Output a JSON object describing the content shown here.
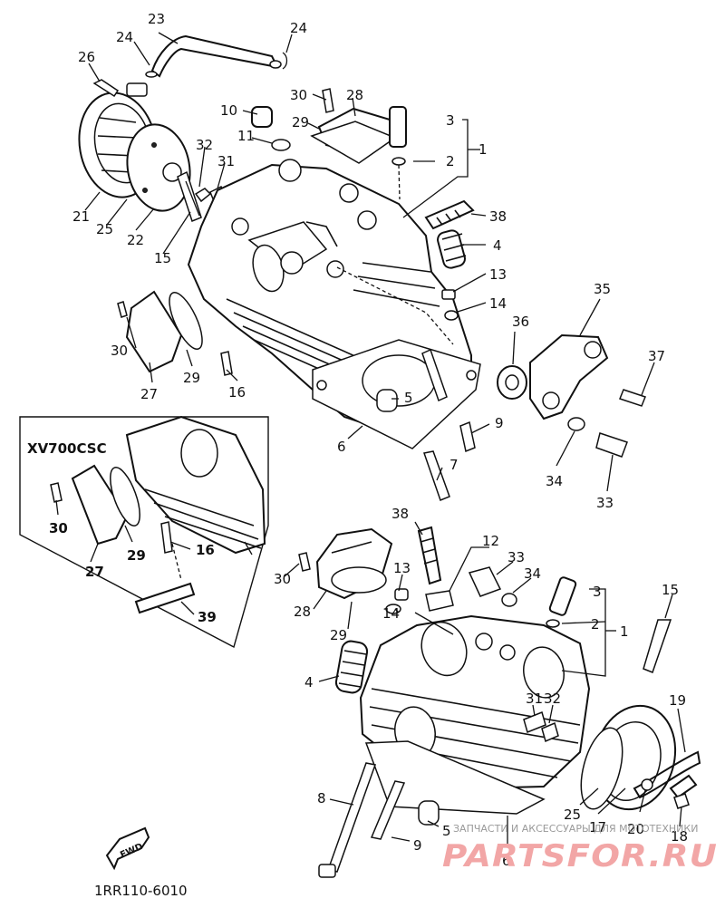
{
  "diagram": {
    "inset_title": "XV700CSC",
    "code": "1RR110-6010",
    "fwd_label": "FWD",
    "watermark_line1": "ЗАПЧАСТИ И АКСЕССУАРЫ ДЛЯ МОТОТЕХНИКИ",
    "watermark_logo": "PARTSFOR.RU",
    "callouts_top": [
      "23",
      "24",
      "24",
      "26",
      "30",
      "28",
      "10",
      "29",
      "3",
      "1",
      "11",
      "2",
      "32",
      "31",
      "21",
      "25",
      "22",
      "15",
      "38",
      "4",
      "13",
      "14",
      "35",
      "36",
      "37",
      "30",
      "29",
      "27",
      "16",
      "5",
      "9",
      "6",
      "7",
      "34",
      "33"
    ],
    "callouts_inset": [
      "30",
      "29",
      "27",
      "16",
      "39"
    ],
    "callouts_bottom": [
      "38",
      "12",
      "33",
      "34",
      "3",
      "15",
      "30",
      "13",
      "2",
      "1",
      "28",
      "14",
      "29",
      "4",
      "31",
      "32",
      "19",
      "8",
      "25",
      "17",
      "20",
      "18",
      "5",
      "9",
      "6"
    ]
  }
}
